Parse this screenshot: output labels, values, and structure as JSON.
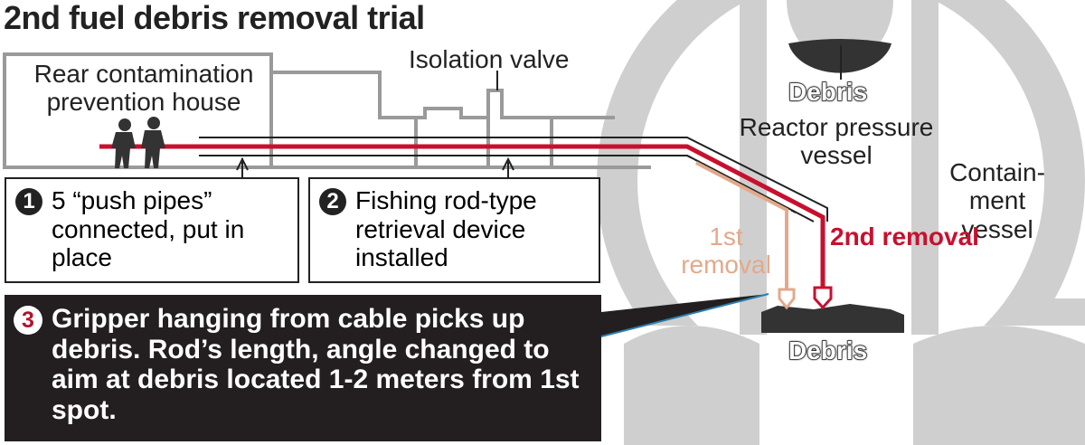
{
  "title": "2nd fuel debris removal trial",
  "labels": {
    "rear_house": "Rear contamination prevention house",
    "isolation_valve": "Isolation valve",
    "debris_top": "Debris",
    "debris_bottom": "Debris",
    "rpv": "Reactor pressure vessel",
    "containment": "Contain-ment vessel",
    "first_removal": "1st removal",
    "second_removal": "2nd removal"
  },
  "steps": [
    {
      "num": "1",
      "text": "5 “push pipes” connected, put in place"
    },
    {
      "num": "2",
      "text": "Fishing rod-type retrieval device installed"
    },
    {
      "num": "3",
      "text": "Gripper hanging from cable picks up debris. Rod’s length, angle changed to aim at debris located 1-2 meters from 1st spot."
    }
  ],
  "colors": {
    "red": "#c8102e",
    "tan": "#e3a98a",
    "gray": "#c9c9c9",
    "dark": "#231f20"
  }
}
